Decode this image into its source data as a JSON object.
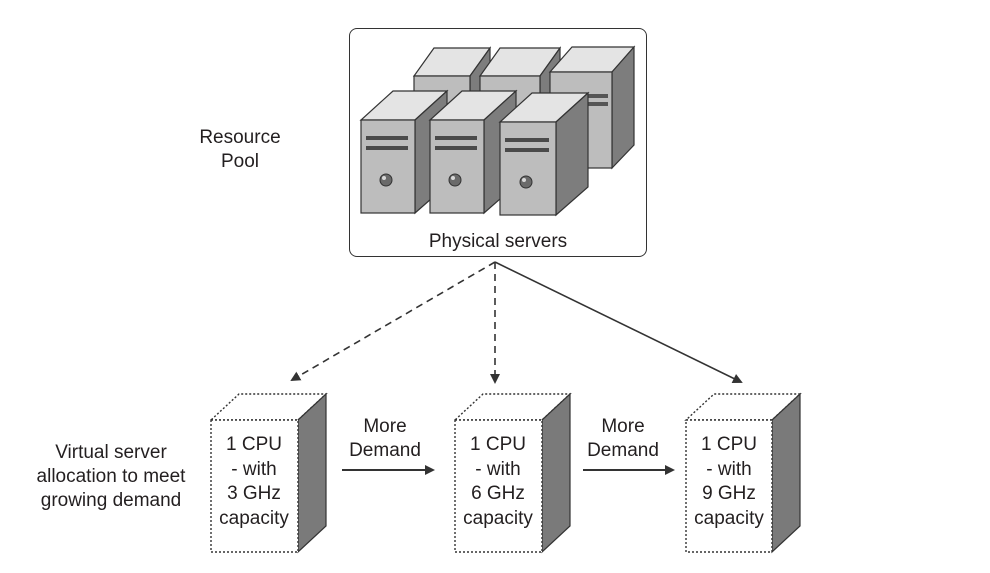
{
  "resource_pool": {
    "line1": "Resource",
    "line2": "Pool"
  },
  "physical_servers_label": "Physical servers",
  "virtual_label": {
    "line1": "Virtual server",
    "line2": "allocation to meet",
    "line3": "growing demand"
  },
  "arrow_labels": [
    {
      "line1": "More",
      "line2": "Demand"
    },
    {
      "line1": "More",
      "line2": "Demand"
    }
  ],
  "vms": [
    {
      "line1": "1 CPU",
      "line2": "- with",
      "line3": "3 GHz",
      "line4": "capacity"
    },
    {
      "line1": "1 CPU",
      "line2": "- with",
      "line3": "6 GHz",
      "line4": "capacity"
    },
    {
      "line1": "1 CPU",
      "line2": "- with",
      "line3": "9 GHz",
      "line4": "capacity"
    }
  ],
  "colors": {
    "server_front": "#bdbdbd",
    "server_side": "#7d7d7d",
    "server_top": "#e4e4e4",
    "vm_side": "#7a7a7a",
    "line": "#333333"
  }
}
